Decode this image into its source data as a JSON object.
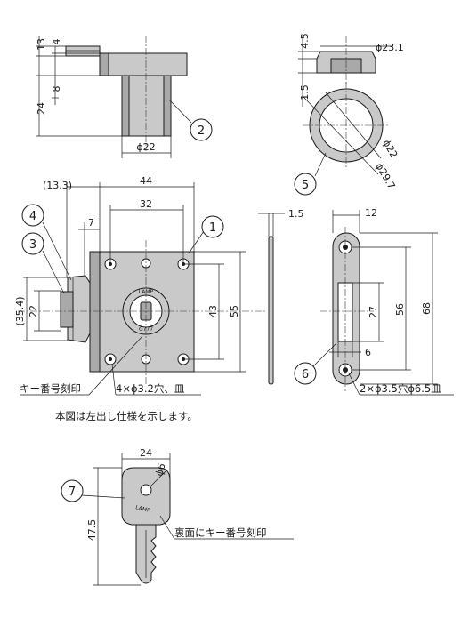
{
  "dims": {
    "top_13": "13",
    "top_4": "4",
    "top_8": "8",
    "top_24": "24",
    "top_phi22": "ϕ22",
    "cap_4_5": "4.5",
    "cap_phi23_1": "ϕ23.1",
    "cap_1_5": "1.5",
    "cap_phi22": "ϕ22",
    "cap_phi29_7": "ϕ29.7",
    "front_13_3": "(13.3)",
    "front_44": "44",
    "front_32": "32",
    "front_7": "7",
    "front_35_4": "(35.4)",
    "front_22": "22",
    "front_43": "43",
    "front_55": "55",
    "plate_1_5": "1.5",
    "plate_12": "12",
    "plate_27": "27",
    "plate_56": "56",
    "plate_68": "68",
    "plate_6": "6",
    "key_24": "24",
    "key_phi6": "ϕ6",
    "key_47_5": "47.5"
  },
  "callouts": [
    "1",
    "2",
    "3",
    "4",
    "5",
    "6",
    "7"
  ],
  "notes": {
    "key_number_engraving": "キー番号刻印",
    "holes_body": "4×ϕ3.2穴、皿",
    "left_out_note": "本図は左出し仕様を示します。",
    "holes_plate": "2×ϕ3.5穴ϕ6.5皿",
    "key_back_engraving": "裏面にキー番号刻印"
  },
  "marks": {
    "cyl_brand": "LAMP",
    "cyl_number": "G777",
    "key_brand": "LAMP"
  }
}
